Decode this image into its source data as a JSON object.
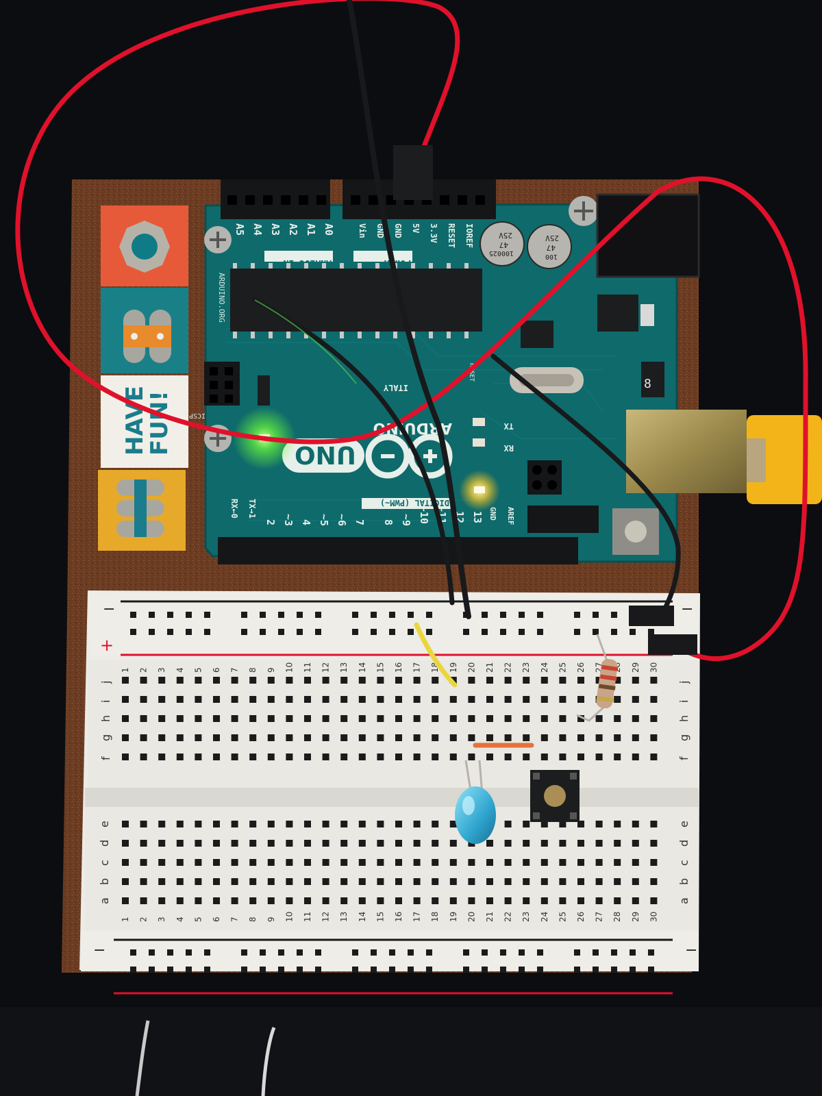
{
  "sticker": {
    "line1": "HAVE",
    "line2": "FUN!"
  },
  "arduino": {
    "analog_header": [
      "A5",
      "A4",
      "A3",
      "A2",
      "A1",
      "A0"
    ],
    "analog_label": "ANALOG IN",
    "power_header": [
      "Vin",
      "GND",
      "GND",
      "5V",
      "3.3V",
      "RESET",
      "IOREF"
    ],
    "power_label": "POWER",
    "digital_low": [
      "RX←0",
      "TX→1",
      "2",
      "~3",
      "4",
      "~5",
      "~6",
      "7"
    ],
    "digital_high": [
      "8",
      "~9",
      "~10",
      "~11",
      "12",
      "13",
      "GND",
      "AREF"
    ],
    "digital_label": "DIGITAL (PWM~)",
    "brand_text": "ARDUINO",
    "model_text": "UNO",
    "site_text": "ARDUINO.ORG",
    "made_in": "ITALY",
    "icsp": "ICSP",
    "reset": "RESET",
    "tx": "TX",
    "rx": "RX",
    "cap1": [
      "100025",
      "47",
      "25V"
    ],
    "cap2": [
      "100",
      "47",
      "25V"
    ]
  },
  "breadboard": {
    "row_letters_top": [
      "j",
      "i",
      "h",
      "g",
      "f"
    ],
    "row_letters_bottom": [
      "e",
      "d",
      "c",
      "b",
      "a"
    ],
    "column_count": 30,
    "rail_minus": "−",
    "rail_plus": "+"
  },
  "colors": {
    "arduino_board": "#0f6a6b",
    "cork": "#6b3c22",
    "breadboard": "#ecebe6",
    "wire_red": "#e0112b",
    "wire_black": "#18191b",
    "wire_yellow": "#e9d63c",
    "wire_orange": "#e6713d",
    "led_blue": "#3db6de",
    "usb_yellow": "#f3b41a",
    "power_led": "#7cff3a",
    "status_led": "#ffd338"
  }
}
